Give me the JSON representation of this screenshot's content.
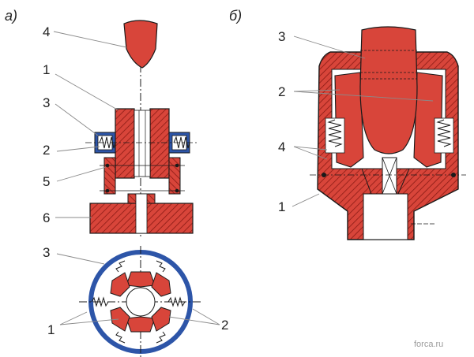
{
  "panels": {
    "a": "а)",
    "b": "б)"
  },
  "labels_a": [
    "4",
    "1",
    "3",
    "2",
    "5",
    "6",
    "3",
    "1",
    "2"
  ],
  "labels_b": [
    "3",
    "2",
    "4",
    "1"
  ],
  "watermark": "forca.ru",
  "colors": {
    "red": "#d8453a",
    "dark": "#8a1a14",
    "blue": "#2d55a8",
    "leader": "#8a8a8a",
    "line": "#1a1a1a"
  }
}
